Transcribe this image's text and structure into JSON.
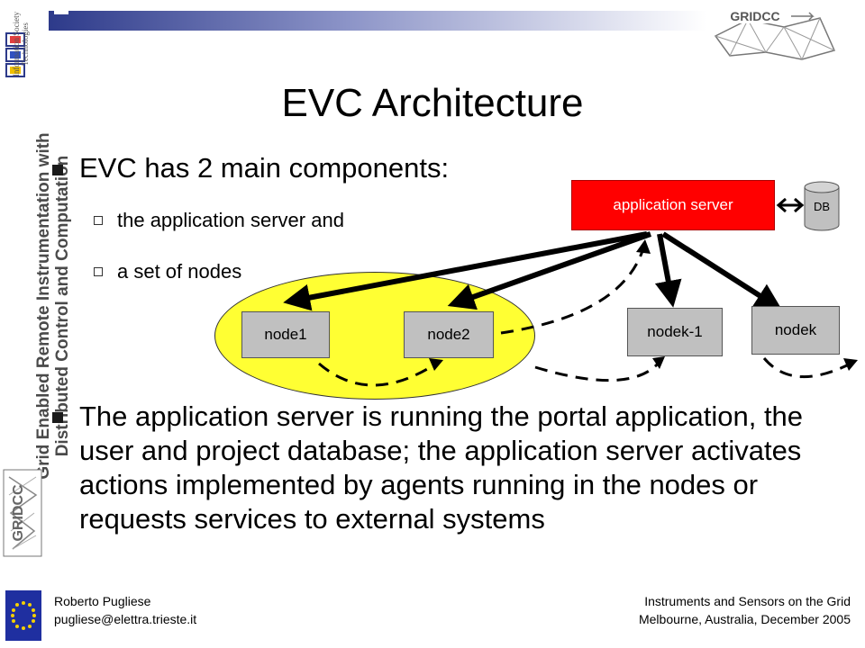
{
  "slide": {
    "title": "EVC Architecture",
    "bullets": [
      {
        "text": "EVC has 2 main components:",
        "sub": [
          "the application server and",
          "a set of nodes"
        ]
      },
      {
        "text": "The application server is running the portal application, the user and project database; the application server activates actions implemented by agents running in the nodes or requests services to external systems"
      }
    ]
  },
  "diagram": {
    "app_server": "application server",
    "db": "DB",
    "nodes": [
      "node1",
      "node2",
      "nodek-1",
      "nodek"
    ],
    "colors": {
      "app_server": "#ff0000",
      "ellipse": "#ffff33",
      "node": "#c0c0c0"
    }
  },
  "sidebar": {
    "lines": [
      "Grid Enabled Remote Instrumentation with",
      "Distributed Control and Computation"
    ],
    "logo": "GRIDCC",
    "ist": [
      "Information Society",
      "Technologies"
    ]
  },
  "header": {
    "logo": "GRIDCC"
  },
  "footer": {
    "left": [
      "Roberto Pugliese",
      "pugliese@elettra.trieste.it"
    ],
    "right": [
      "Instruments and Sensors on the Grid",
      "Melbourne, Australia, December 2005"
    ]
  }
}
